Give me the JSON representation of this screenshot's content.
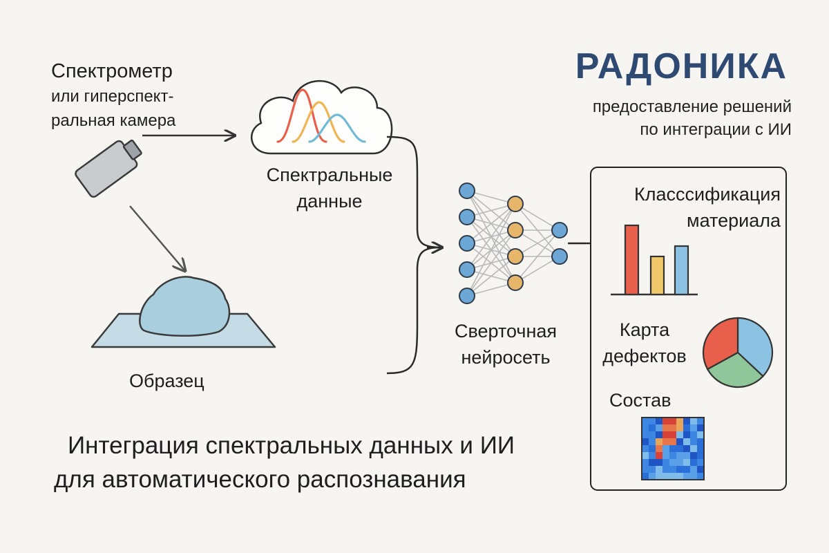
{
  "brand": {
    "name": "РАДОНИКА",
    "tagline": [
      "предоставление решений",
      "по интеграции с ИИ"
    ]
  },
  "device": {
    "label": [
      "Спектрометр",
      "или гиперспект-",
      "ральная камера"
    ]
  },
  "spectral_data": {
    "label": [
      "Спектральные",
      "данные"
    ]
  },
  "sample": {
    "label": "Образец"
  },
  "network": {
    "label": [
      "Сверточная",
      "нейросеть"
    ],
    "layers": [
      5,
      4,
      2
    ]
  },
  "results": {
    "classification": {
      "label": [
        "Класссификация",
        "материала"
      ],
      "bars": [
        100,
        55,
        70
      ]
    },
    "defects": {
      "label": [
        "Карта",
        "дефектов"
      ],
      "slices": [
        0.37,
        0.3,
        0.33
      ]
    },
    "composition": {
      "label": "Состав"
    }
  },
  "caption": [
    "Интеграция спектральных данных и ИИ",
    "для автоматического распознавания"
  ],
  "colors": {
    "brand": "#2f4a72",
    "red": "#e8604c",
    "yellow": "#f1c86a",
    "blue": "#8cc3e3",
    "green": "#8fc79a",
    "node_blue": "#6ca7d6",
    "node_orange": "#e7b66a",
    "sample": "#a9cedd"
  }
}
